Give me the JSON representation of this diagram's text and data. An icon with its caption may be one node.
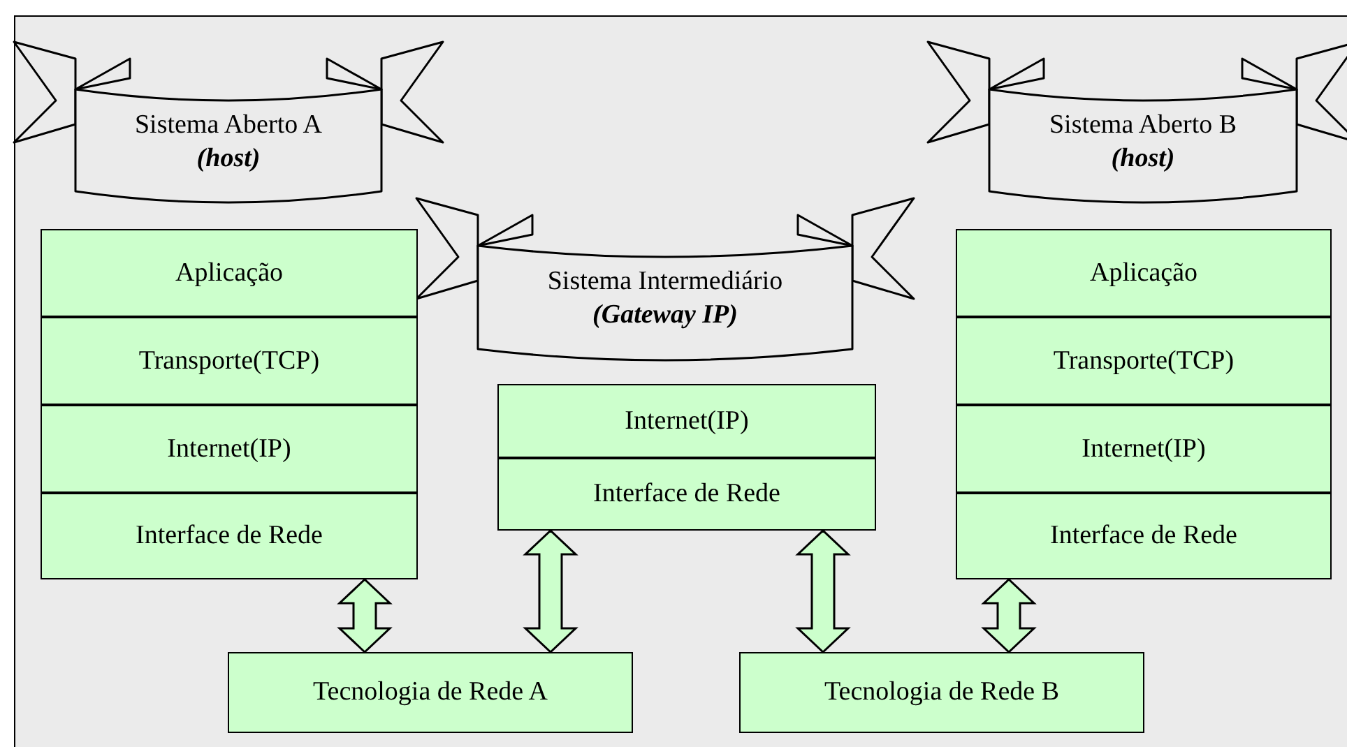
{
  "diagram": {
    "nodes": [
      {
        "text": [
          "Sistema Aberto A",
          "(host)"
        ]
      },
      {
        "text": [
          "Sistema Intermediário",
          "(Gateway IP)"
        ]
      },
      {
        "text": [
          "Sistema Aberto B",
          "(host)"
        ]
      },
      {
        "text": [
          "Aplicação"
        ]
      },
      {
        "text": [
          "Transporte(TCP)"
        ]
      },
      {
        "text": [
          "Internet(IP)"
        ]
      },
      {
        "text": [
          "Interface de Rede"
        ]
      },
      {
        "text": [
          "Internet(IP)"
        ]
      },
      {
        "text": [
          "Interface de Rede"
        ]
      },
      {
        "text": [
          "Aplicação"
        ]
      },
      {
        "text": [
          "Transporte(TCP)"
        ]
      },
      {
        "text": [
          "Internet(IP)"
        ]
      },
      {
        "text": [
          "Interface de Rede"
        ]
      },
      {
        "text": [
          "Tecnologia de Rede A"
        ]
      },
      {
        "text": [
          "Tecnologia de Rede B"
        ]
      }
    ],
    "edges": [
      {
        "from": 6,
        "to": 13,
        "arrow": "both"
      },
      {
        "from": 8,
        "to": 13,
        "arrow": "both"
      },
      {
        "from": 8,
        "to": 14,
        "arrow": "both"
      },
      {
        "from": 12,
        "to": 14,
        "arrow": "both"
      }
    ]
  }
}
